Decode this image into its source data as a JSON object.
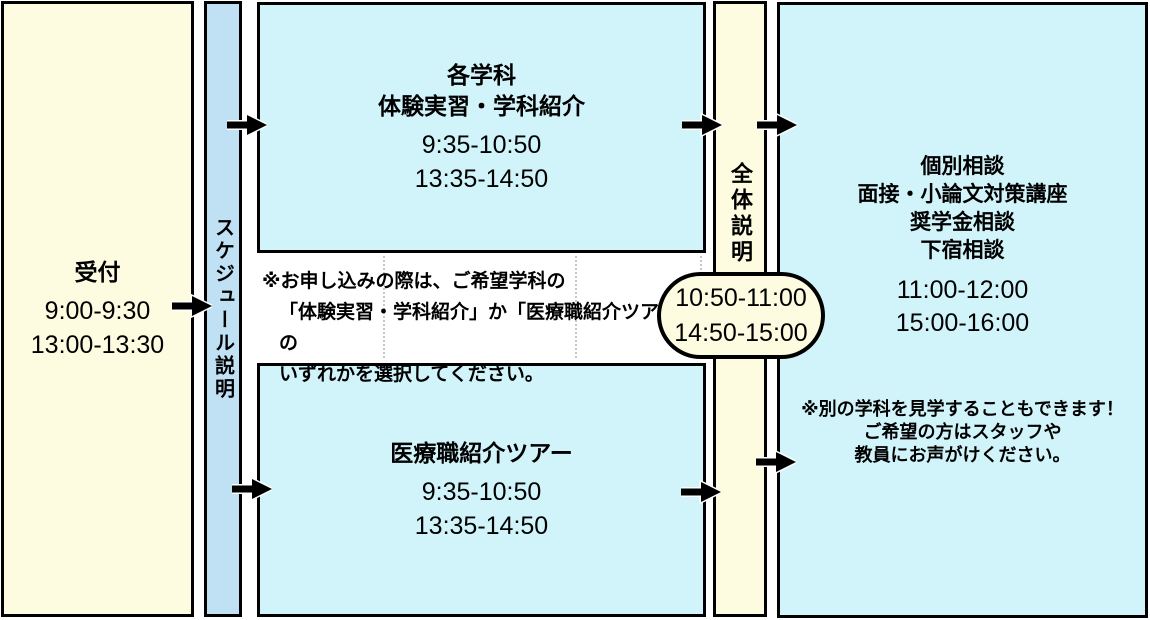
{
  "colors": {
    "cream": "#fdfbe0",
    "lightblue": "#bfe1f3",
    "cyan": "#d1f4fb",
    "border": "#000000"
  },
  "reception": {
    "title": "受付",
    "times": [
      "9:00-9:30",
      "13:00-13:30"
    ]
  },
  "schedule_column": {
    "label": "スケジュール説明"
  },
  "dept_box": {
    "titles": [
      "各学科",
      "体験実習・学科紹介"
    ],
    "times": [
      "9:35-10:50",
      "13:35-14:50"
    ]
  },
  "selection_note": {
    "lines": [
      "※お申し込みの際は、ご希望学科の",
      "「体験実習・学科紹介」か「医療職紹介ツアー」の",
      "いずれかを選択してください。"
    ]
  },
  "tour_box": {
    "title": "医療職紹介ツアー",
    "times": [
      "9:35-10:50",
      "13:35-14:50"
    ]
  },
  "overall_column": {
    "label": "全体説明",
    "times": [
      "10:50-11:00",
      "14:50-15:00"
    ]
  },
  "consult_box": {
    "titles": [
      "個別相談",
      "面接・小論文対策講座",
      "奨学金相談",
      "下宿相談"
    ],
    "times": [
      "11:00-12:00",
      "15:00-16:00"
    ],
    "note_lines": [
      "※別の学科を見学することもできます！",
      "ご希望の方はスタッフや",
      "教員にお声がけください。"
    ]
  }
}
